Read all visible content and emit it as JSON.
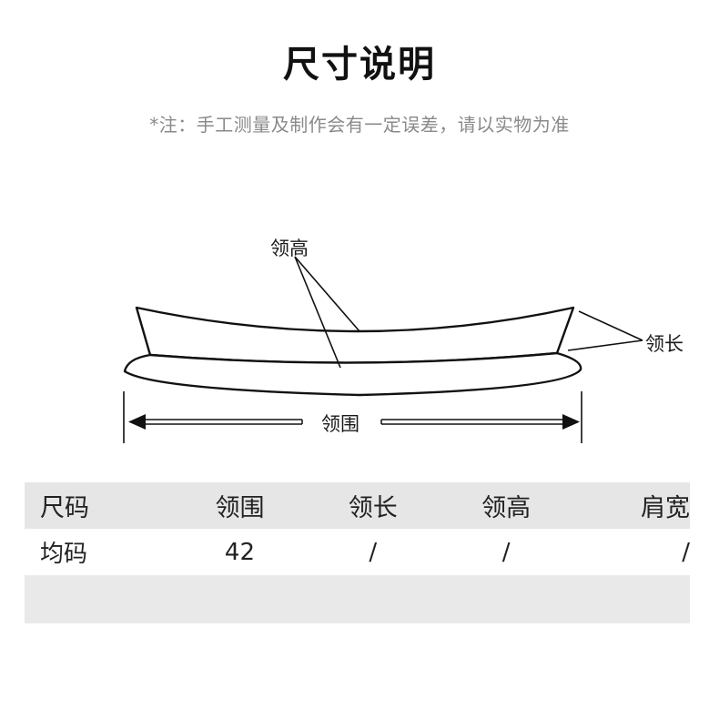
{
  "title": "尺寸说明",
  "note": "*注：手工测量及制作会有一定误差，请以实物为准",
  "diagram": {
    "collar_height_label": "领高",
    "collar_length_label": "领长",
    "collar_circumference_label": "领围"
  },
  "table": {
    "headers": [
      "尺码",
      "领围",
      "领长",
      "领高",
      "肩宽"
    ],
    "rows": [
      [
        "均码",
        "42",
        "/",
        "/",
        "/"
      ]
    ]
  },
  "colors": {
    "header_row_bg": "#e6e6e6",
    "note_text": "#8a8a8a",
    "title_text": "#111111"
  }
}
